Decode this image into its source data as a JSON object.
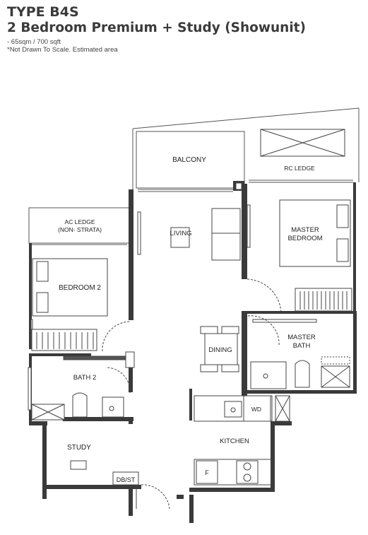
{
  "header": {
    "unit_type": "TYPE B4S",
    "unit_name": "2 Bedroom Premium + Study (Showunit)",
    "area": "- 65sqm / 700 sqft",
    "note": "*Not Drawn To Scale. Estimated area"
  },
  "rooms": {
    "balcony": "BALCONY",
    "rc_ledge": "RC LEDGE",
    "ac_ledge_1": "AC LEDGE",
    "ac_ledge_2": "(NON- STRATA)",
    "living": "LIVING",
    "master_bedroom_1": "MASTER",
    "master_bedroom_2": "BEDROOM",
    "bedroom2": "BEDROOM 2",
    "dining": "DINING",
    "master_bath_1": "MASTER",
    "master_bath_2": "BATH",
    "bath2": "BATH 2",
    "study": "STUDY",
    "kitchen": "KITCHEN",
    "db_st": "DB/ST",
    "wd": "WD",
    "fridge": "F"
  },
  "colors": {
    "wall": "#333333",
    "wall_light": "#9a9a9a",
    "line": "#444444"
  }
}
